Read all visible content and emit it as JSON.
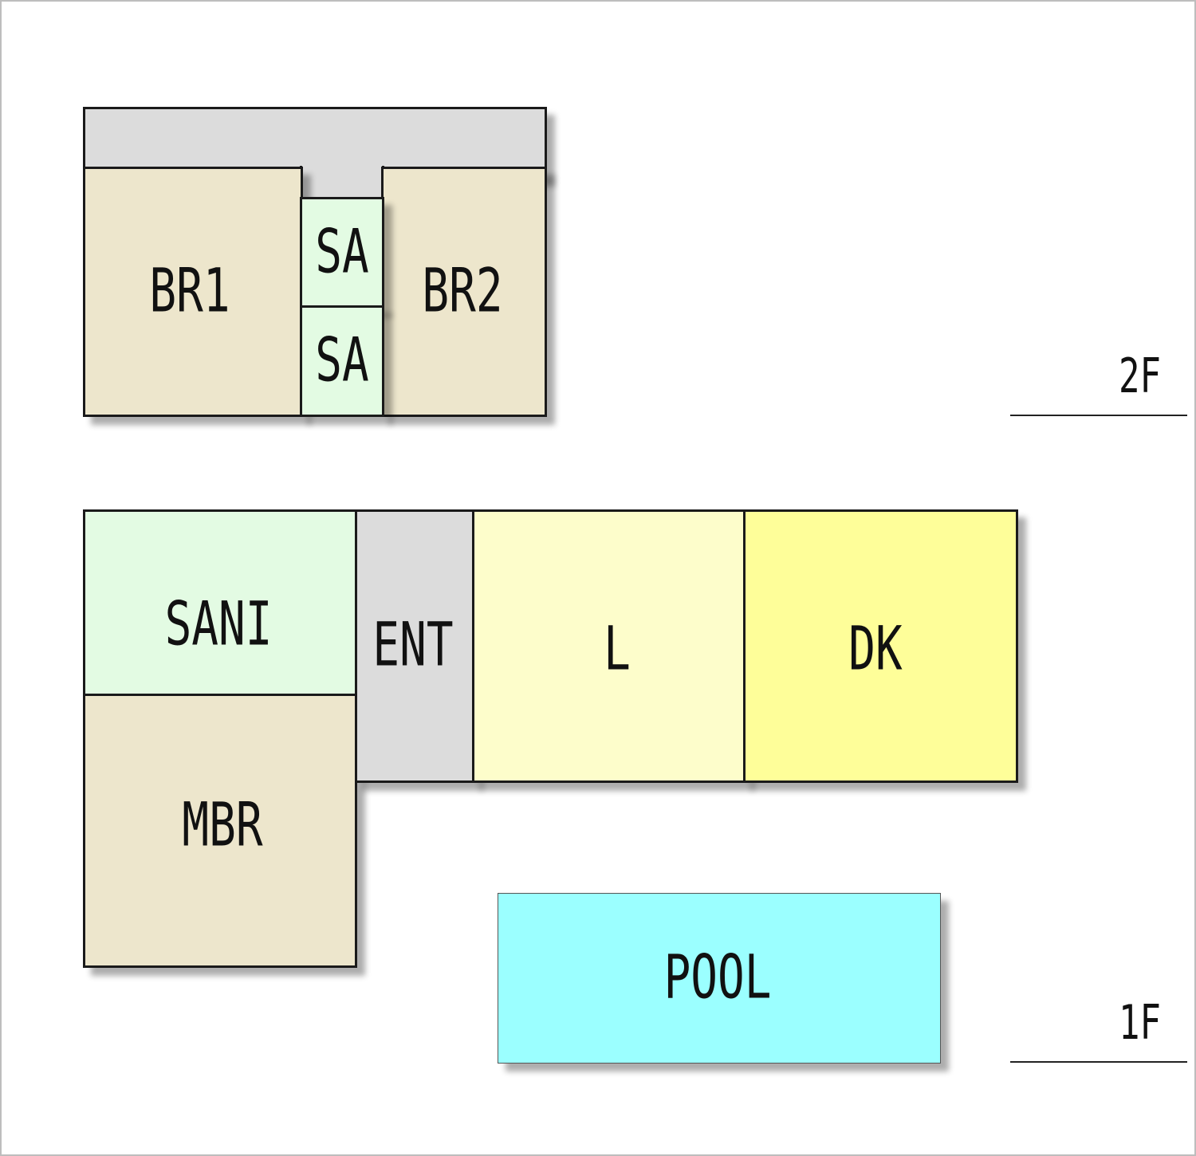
{
  "colors": {
    "circulation": "#dcdcdc",
    "bedroom": "#ede6cc",
    "sanitary": "#e3fbe3",
    "living": "#fdfdcb",
    "dining_kitchen": "#fefe99",
    "pool": "#9bffff"
  },
  "floor_2": {
    "floor_label": "2F",
    "rooms": {
      "br1": "BR1",
      "sa_upper": "SA",
      "sa_lower": "SA",
      "br2": "BR2"
    }
  },
  "floor_1": {
    "floor_label": "1F",
    "rooms": {
      "sani": "SANI",
      "mbr": "MBR",
      "ent": "ENT",
      "l": "L",
      "dk": "DK",
      "pool": "POOL"
    }
  }
}
